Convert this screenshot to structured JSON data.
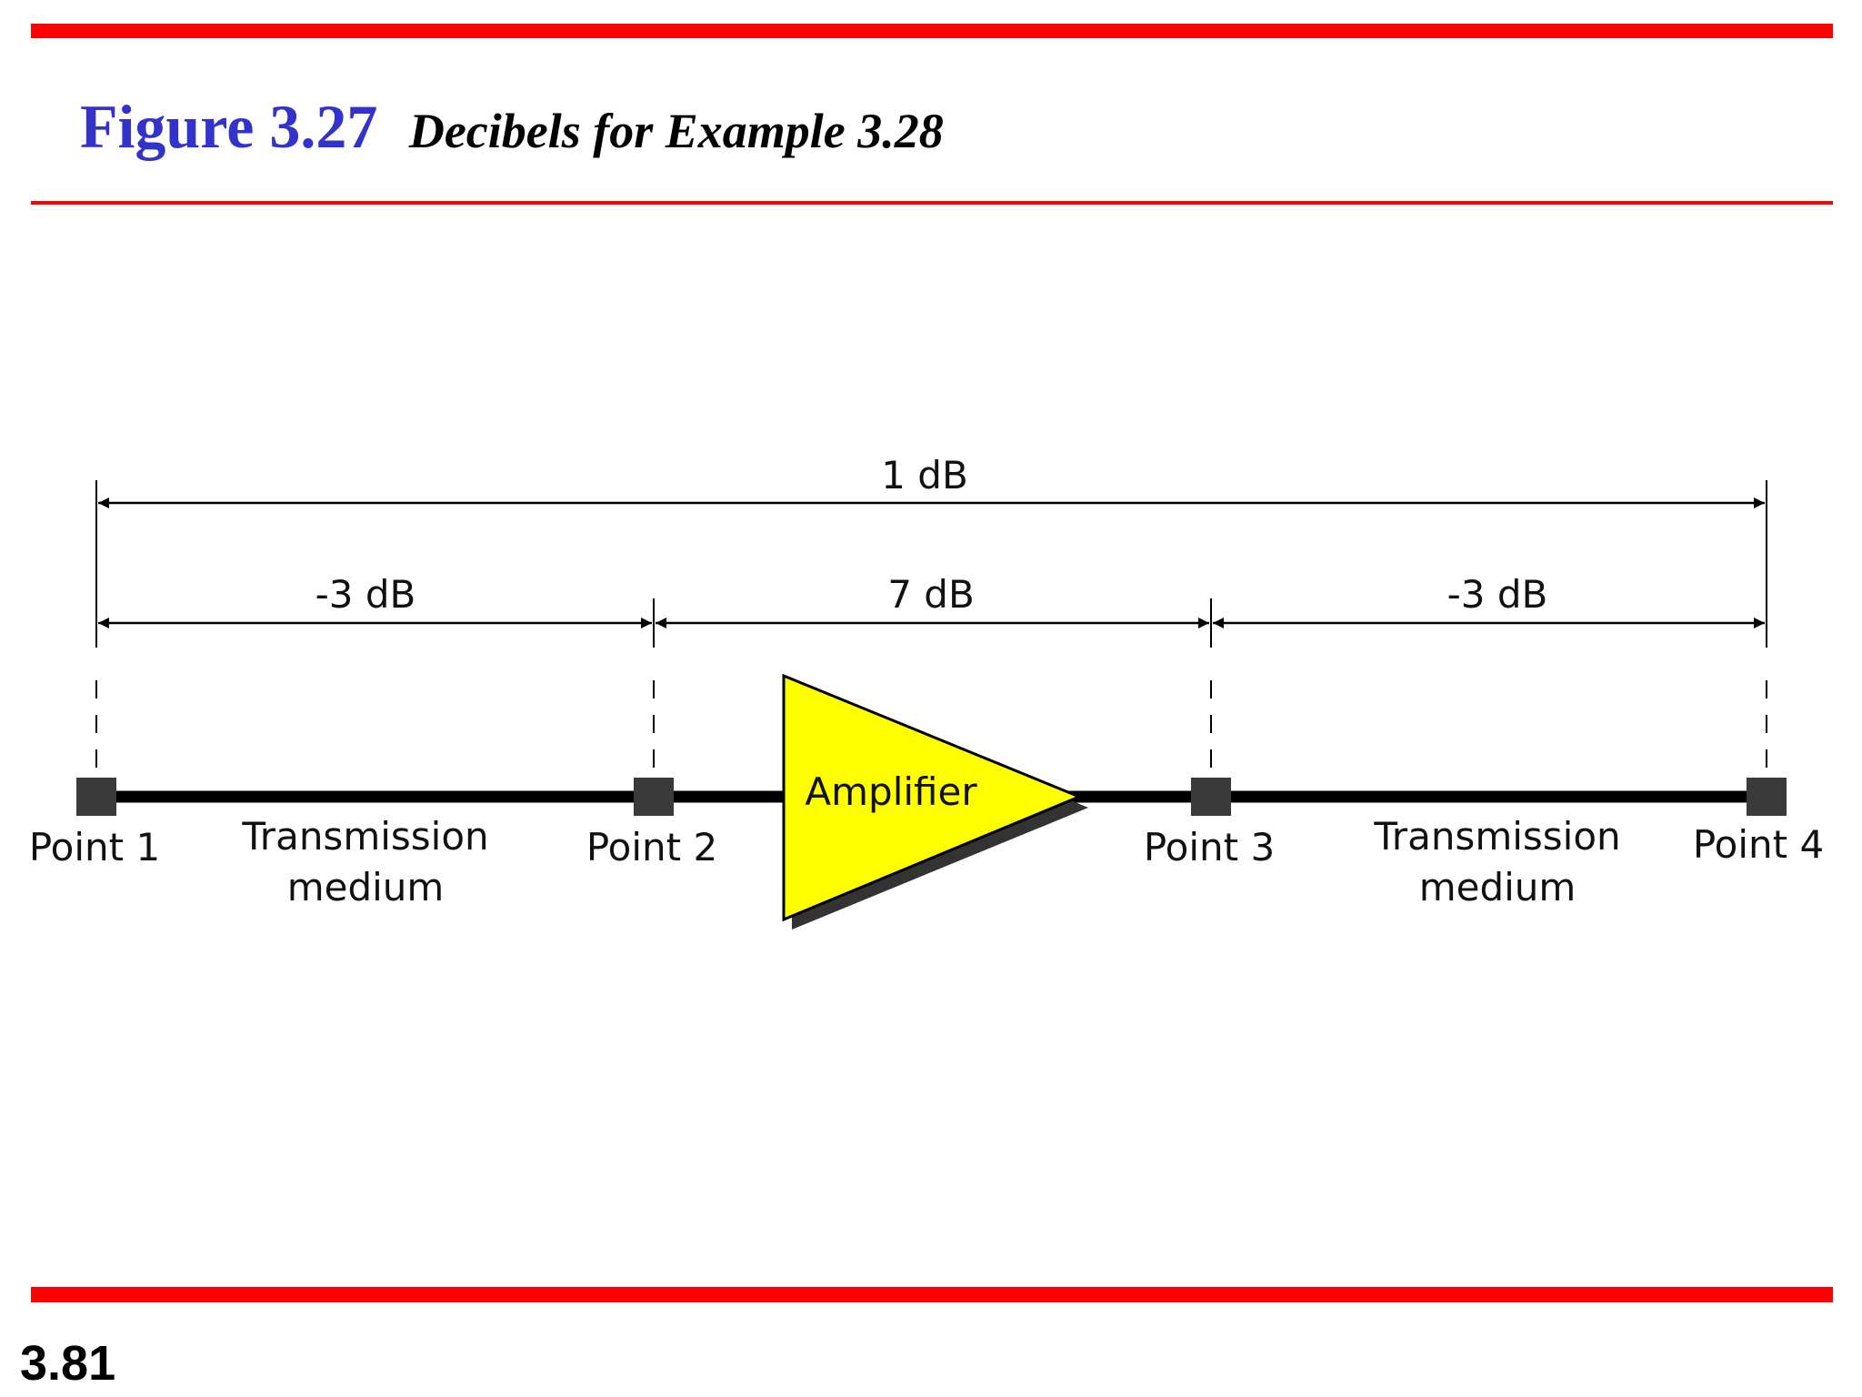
{
  "figure": {
    "number": "Figure 3.27",
    "caption": "Decibels for Example 3.28"
  },
  "page_number": "3.81",
  "colors": {
    "rule": "#ff0000",
    "figure_number": "#3333cc",
    "amplifier_fill": "#ffff00",
    "point_marker": "#3a3a3a",
    "medium_line": "#000000"
  },
  "diagram": {
    "overall_gain": "1 dB",
    "segment_gains": [
      "-3 dB",
      "7 dB",
      "-3 dB"
    ],
    "points": [
      "Point 1",
      "Point 2",
      "Point 3",
      "Point 4"
    ],
    "medium_label_line1": "Transmission",
    "medium_label_line2": "medium",
    "amplifier_label": "Amplifier"
  }
}
